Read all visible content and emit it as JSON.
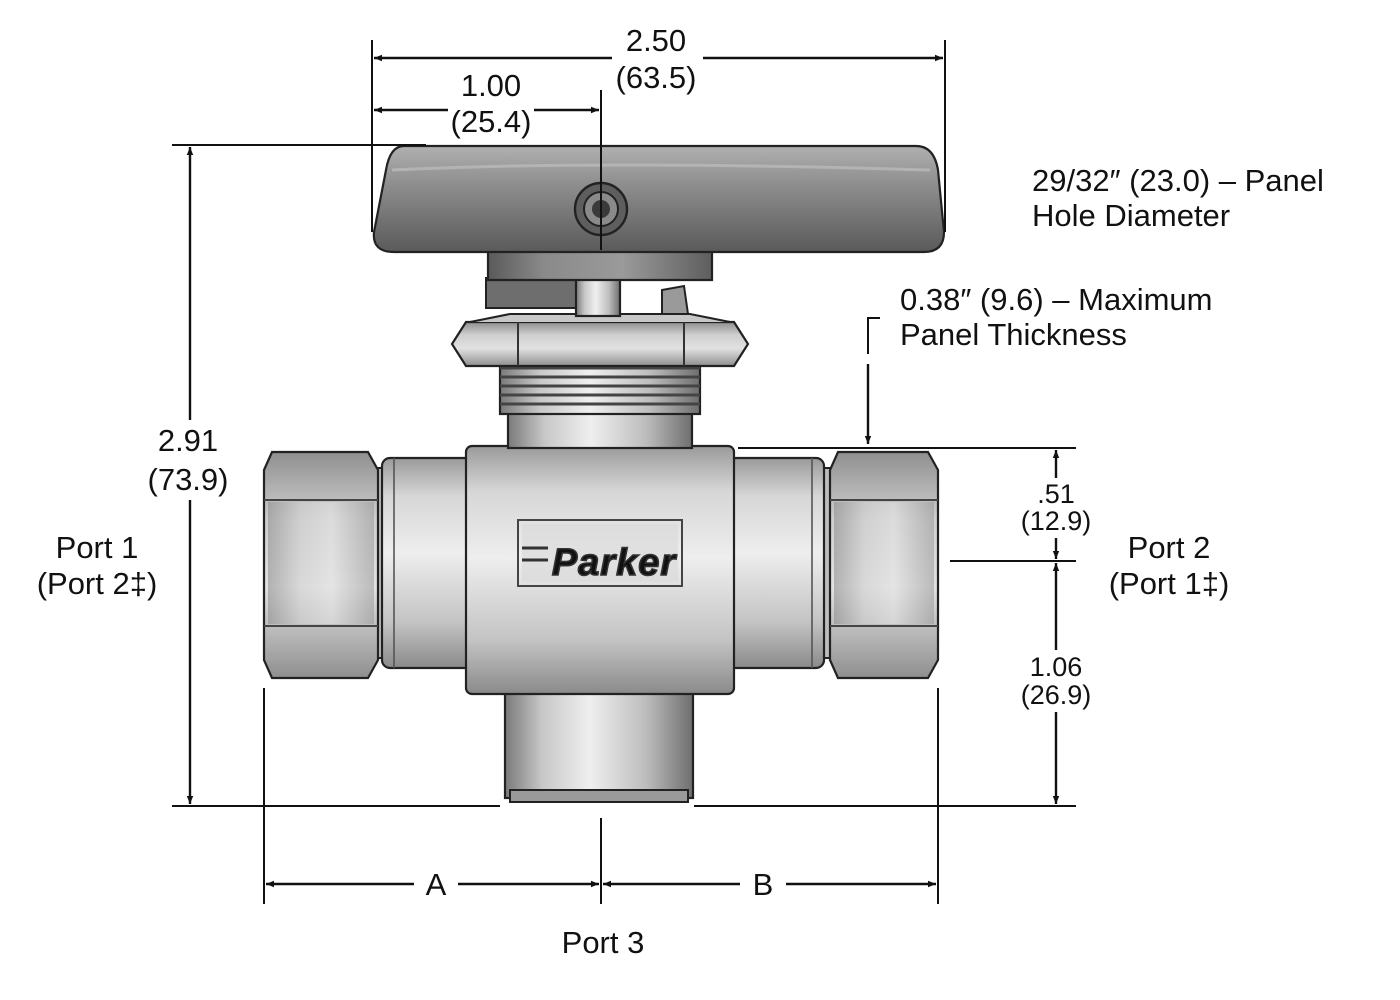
{
  "dimensions": {
    "overall_width": {
      "inch": "2.50",
      "mm": "(63.5)"
    },
    "handle_offset": {
      "inch": "1.00",
      "mm": "(25.4)"
    },
    "overall_height": {
      "inch": "2.91",
      "mm": "(73.9)"
    },
    "centerline_to_top": {
      "inch": ".51",
      "mm": "(12.9)"
    },
    "centerline_to_bottom": {
      "inch": "1.06",
      "mm": "(26.9)"
    },
    "a": "A",
    "b": "B"
  },
  "notes": {
    "panel_hole": [
      "29/32″ (23.0) – Panel",
      "Hole Diameter"
    ],
    "panel_thickness": [
      "0.38″ (9.6) – Maximum",
      "Panel Thickness"
    ]
  },
  "ports": {
    "port1": [
      "Port 1",
      "(Port 2‡)"
    ],
    "port2": [
      "Port 2",
      "(Port 1‡)"
    ],
    "port3": "Port 3"
  },
  "brand": "Parker",
  "colors": {
    "handle": "#8a8a8a",
    "body_light": "#e4e4e4",
    "body_mid": "#bdbdbd",
    "body_dark": "#8c8c8c",
    "line": "#111111"
  }
}
